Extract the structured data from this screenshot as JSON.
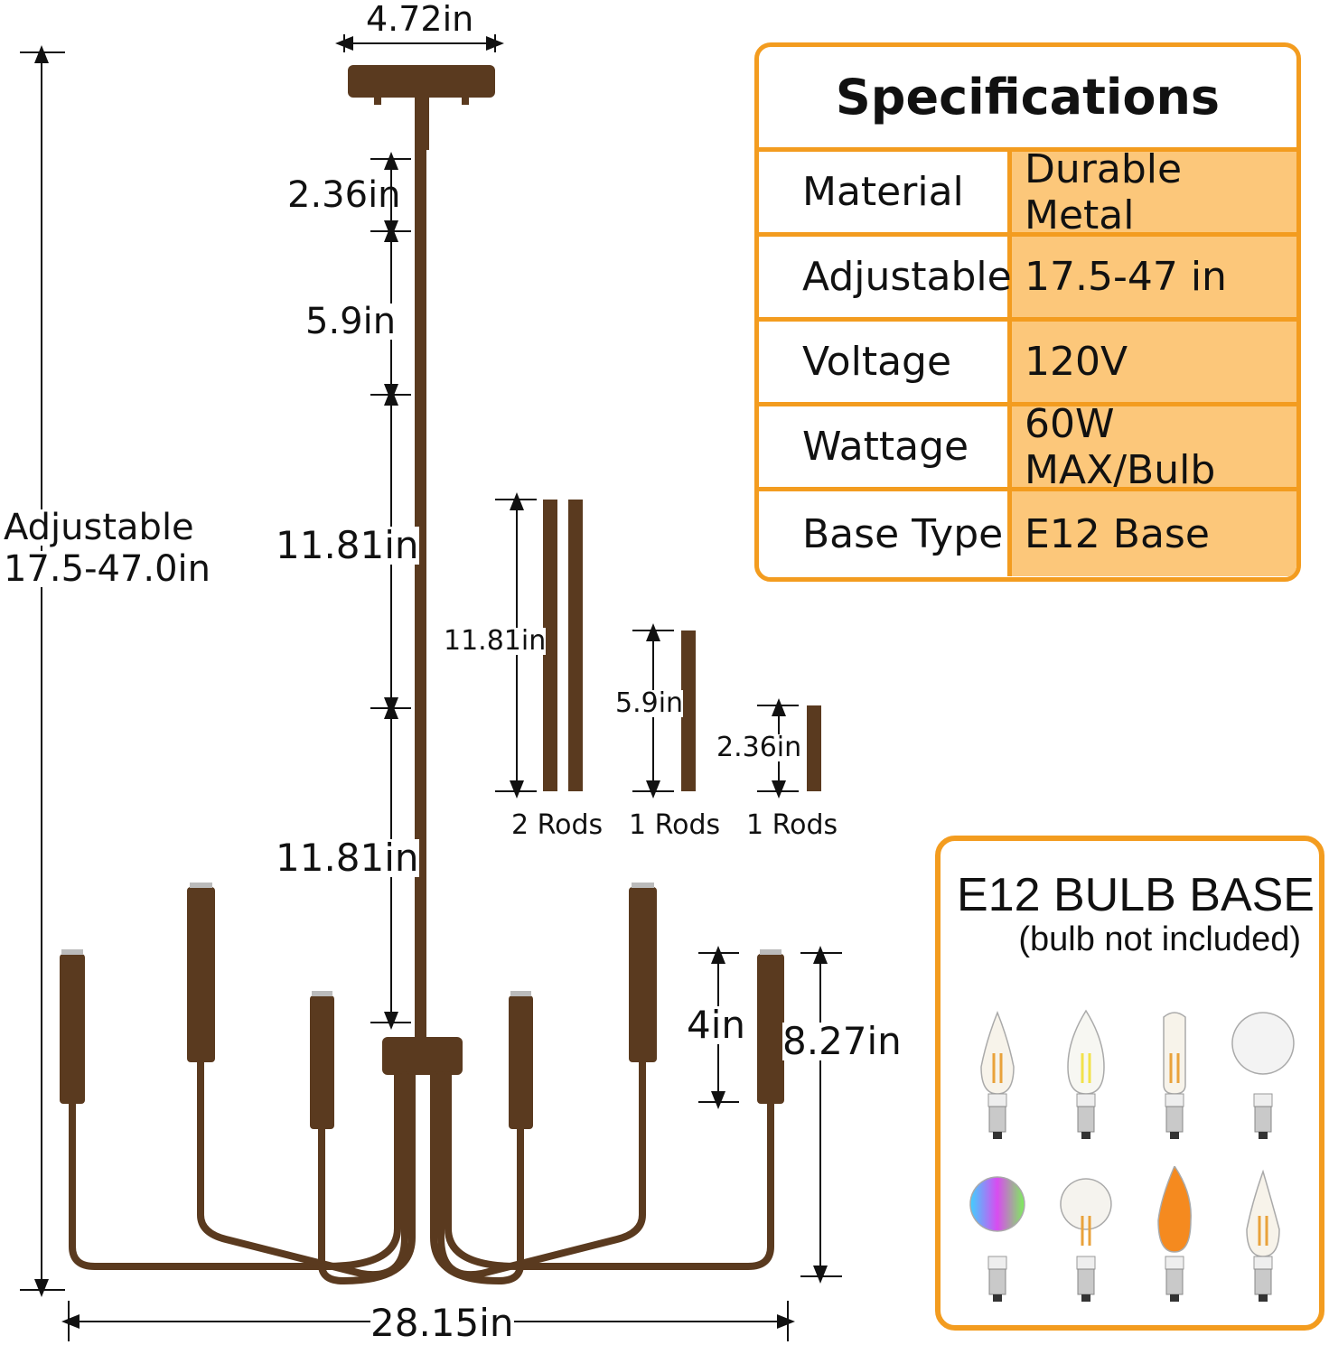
{
  "dimensions": {
    "canopy_width": "4.72in",
    "adjustable_label": "Adjustable",
    "adjustable_range": "17.5-47.0in",
    "segment_1": "2.36in",
    "segment_2": "5.9in",
    "segment_3": "11.81in",
    "segment_4": "11.81in",
    "candle_height": "4in",
    "arm_height": "8.27in",
    "total_width": "28.15in"
  },
  "rods": [
    {
      "length": "11.81in",
      "count": "2 Rods"
    },
    {
      "length": "5.9in",
      "count": "1 Rods"
    },
    {
      "length": "2.36in",
      "count": "1 Rods"
    }
  ],
  "specifications": {
    "title": "Specifications",
    "rows": [
      {
        "key": "Material",
        "value": "Durable Metal"
      },
      {
        "key": "Adjustable",
        "value": "17.5-47 in"
      },
      {
        "key": "Voltage",
        "value": "120V"
      },
      {
        "key": "Wattage",
        "value": "60W MAX/Bulb"
      },
      {
        "key": "Base Type",
        "value": "E12 Base"
      }
    ]
  },
  "bulb_panel": {
    "title": "E12 BULB BASE",
    "subtitle": "(bulb not included)",
    "bulbs": [
      "flame-tip-filament-bulb-icon",
      "candle-filament-bulb-icon",
      "tubular-filament-bulb-icon",
      "globe-led-bulb-icon",
      "rgb-bulb-icon",
      "globe-filament-bulb-icon",
      "flicker-flame-bulb-icon",
      "bent-tip-filament-bulb-icon"
    ]
  },
  "colors": {
    "brown": "#5a3a1f",
    "accent": "#f39c1f",
    "fill": "#fcc77a"
  }
}
